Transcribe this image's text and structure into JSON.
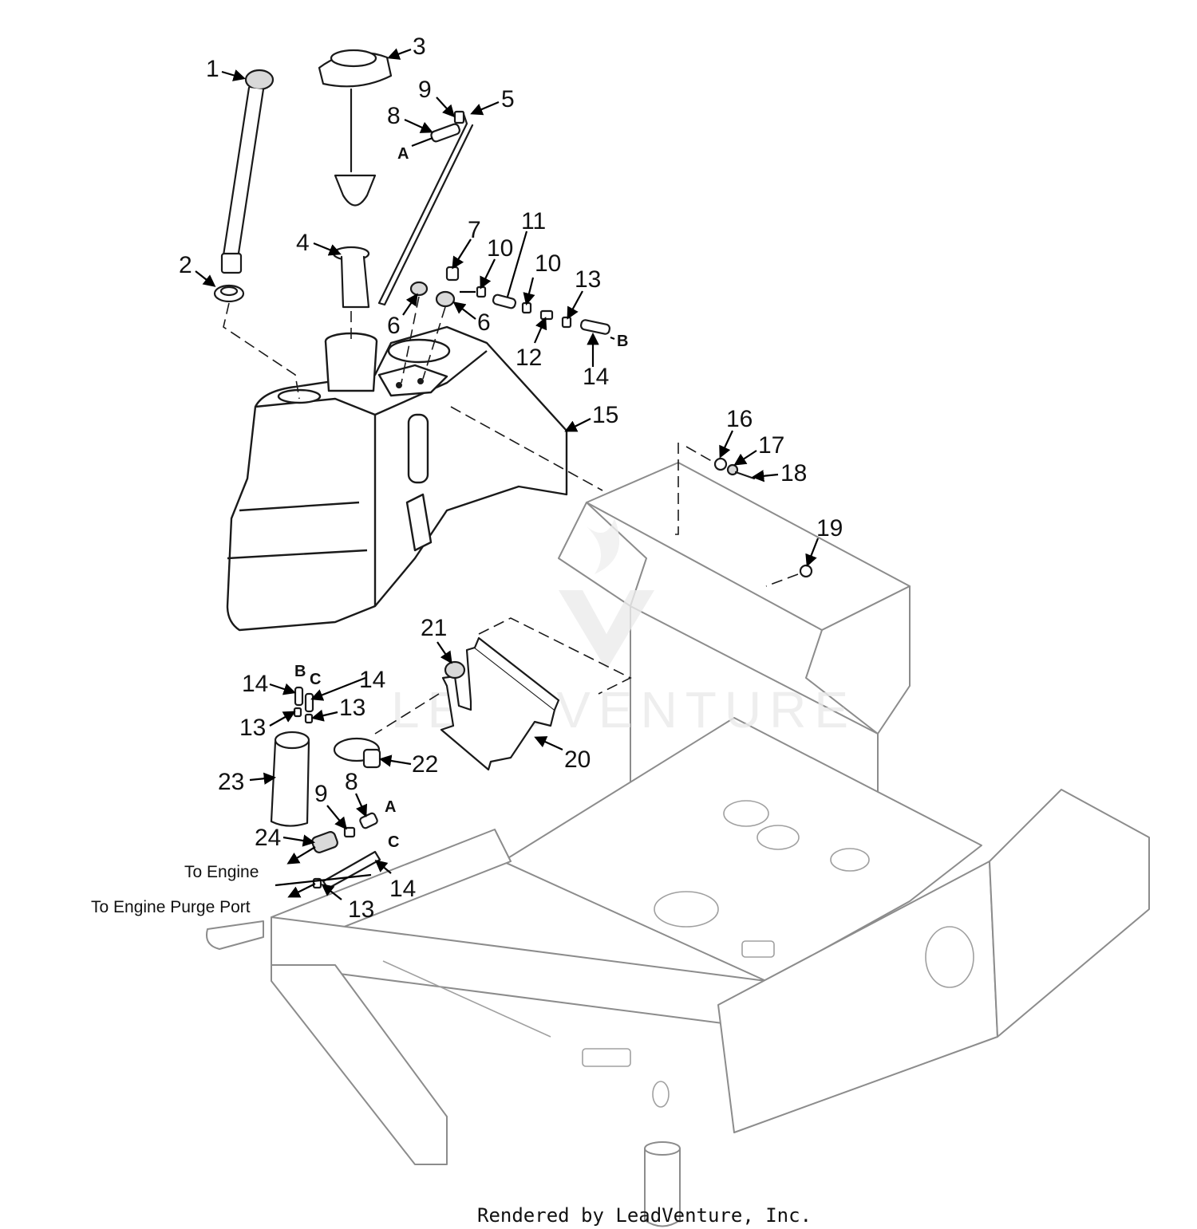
{
  "callouts": [
    {
      "id": "c1",
      "label": "1"
    },
    {
      "id": "c2",
      "label": "2"
    },
    {
      "id": "c3",
      "label": "3"
    },
    {
      "id": "c4",
      "label": "4"
    },
    {
      "id": "c5",
      "label": "5"
    },
    {
      "id": "c6a",
      "label": "6"
    },
    {
      "id": "c6b",
      "label": "6"
    },
    {
      "id": "c7",
      "label": "7"
    },
    {
      "id": "c8a",
      "label": "8"
    },
    {
      "id": "c8b",
      "label": "8"
    },
    {
      "id": "c9a",
      "label": "9"
    },
    {
      "id": "c9b",
      "label": "9"
    },
    {
      "id": "c10a",
      "label": "10"
    },
    {
      "id": "c10b",
      "label": "10"
    },
    {
      "id": "c11",
      "label": "11"
    },
    {
      "id": "c12",
      "label": "12"
    },
    {
      "id": "c13a",
      "label": "13"
    },
    {
      "id": "c13b",
      "label": "13"
    },
    {
      "id": "c13c",
      "label": "13"
    },
    {
      "id": "c13d",
      "label": "13"
    },
    {
      "id": "c14a",
      "label": "14"
    },
    {
      "id": "c14b",
      "label": "14"
    },
    {
      "id": "c14c",
      "label": "14"
    },
    {
      "id": "c14d",
      "label": "14"
    },
    {
      "id": "c15",
      "label": "15"
    },
    {
      "id": "c16",
      "label": "16"
    },
    {
      "id": "c17",
      "label": "17"
    },
    {
      "id": "c18",
      "label": "18"
    },
    {
      "id": "c19",
      "label": "19"
    },
    {
      "id": "c20",
      "label": "20"
    },
    {
      "id": "c21",
      "label": "21"
    },
    {
      "id": "c22",
      "label": "22"
    },
    {
      "id": "c23",
      "label": "23"
    },
    {
      "id": "c24",
      "label": "24"
    }
  ],
  "connection_letters": [
    {
      "id": "A-top",
      "label": "A"
    },
    {
      "id": "B-right",
      "label": "B"
    },
    {
      "id": "B-filter",
      "label": "B"
    },
    {
      "id": "C-filter",
      "label": "C"
    },
    {
      "id": "A-bottom",
      "label": "A"
    },
    {
      "id": "C-bottom",
      "label": "C"
    }
  ],
  "notes": {
    "to_engine": "To Engine",
    "to_engine_purge": "To Engine Purge Port"
  },
  "watermark": "LEADVENTURE",
  "credit": "Rendered by LeadVenture, Inc."
}
